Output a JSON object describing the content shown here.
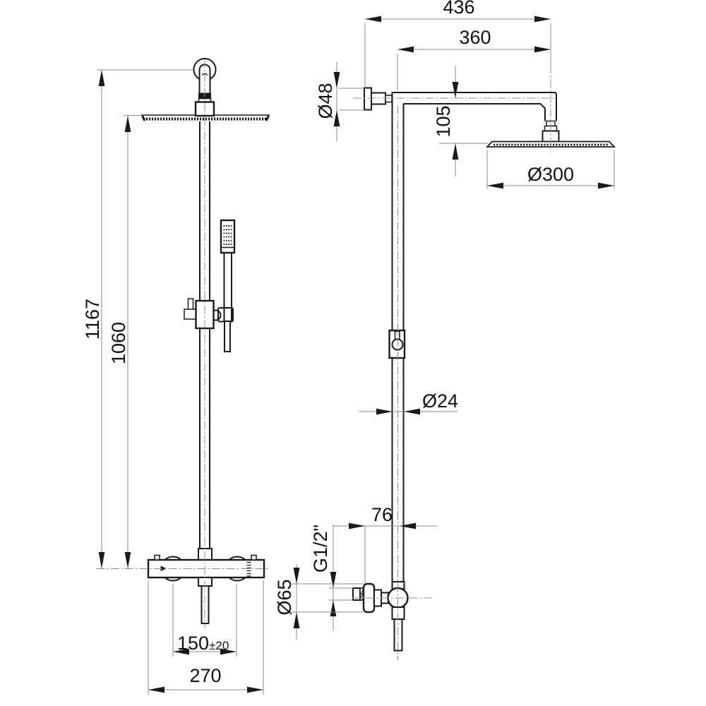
{
  "title": "Shower column technical drawing",
  "colors": {
    "background": "#ffffff",
    "outline": "#1a1a1a",
    "dimension_lines": "#8a8a8a",
    "text": "#111111"
  },
  "front_view": {
    "name": "front-view",
    "dims": {
      "total_height": "1167",
      "head_height": "1060",
      "inlet_spacing": "150",
      "inlet_spacing_tol": "±20",
      "body_width": "270"
    }
  },
  "side_view": {
    "name": "side-view",
    "dims": {
      "arm_projection_total": "436",
      "arm_projection": "360",
      "arm_flange_diameter": "Ø48",
      "head_drop": "105",
      "head_diameter": "Ø300",
      "pipe_diameter": "Ø24",
      "wall_offset": "76",
      "connection_thread": "G1/2\"",
      "valve_flange_diameter": "Ø65"
    }
  }
}
